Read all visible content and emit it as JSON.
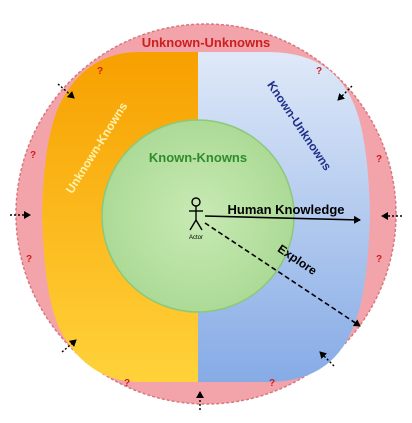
{
  "diagram": {
    "outer_ring_label": "Unknown-Unknowns",
    "left_zone_label": "Unknown-Knowns",
    "right_zone_label": "Known-Unknowns",
    "core_label": "Known-Knowns",
    "actor_label": "Actor",
    "human_knowledge_label": "Human Knowledge",
    "explore_label": "Explore",
    "question_mark": "?",
    "colors": {
      "outer_ring": "#f2a0a6",
      "outer_ring_edge": "#d9777e",
      "outer_label": "#cc1f1f",
      "left_zone_top": "#f7a400",
      "left_zone_bottom": "#fecb2e",
      "right_zone_top": "#d9e6f7",
      "right_zone_bottom": "#8fb3e8",
      "core_fill": "#b9e3a4",
      "core_edge": "#7fbf6a",
      "core_label": "#2f8c2c",
      "left_label": "#fff1a8",
      "right_label": "#1f2f8a",
      "arrow": "#000000"
    }
  }
}
